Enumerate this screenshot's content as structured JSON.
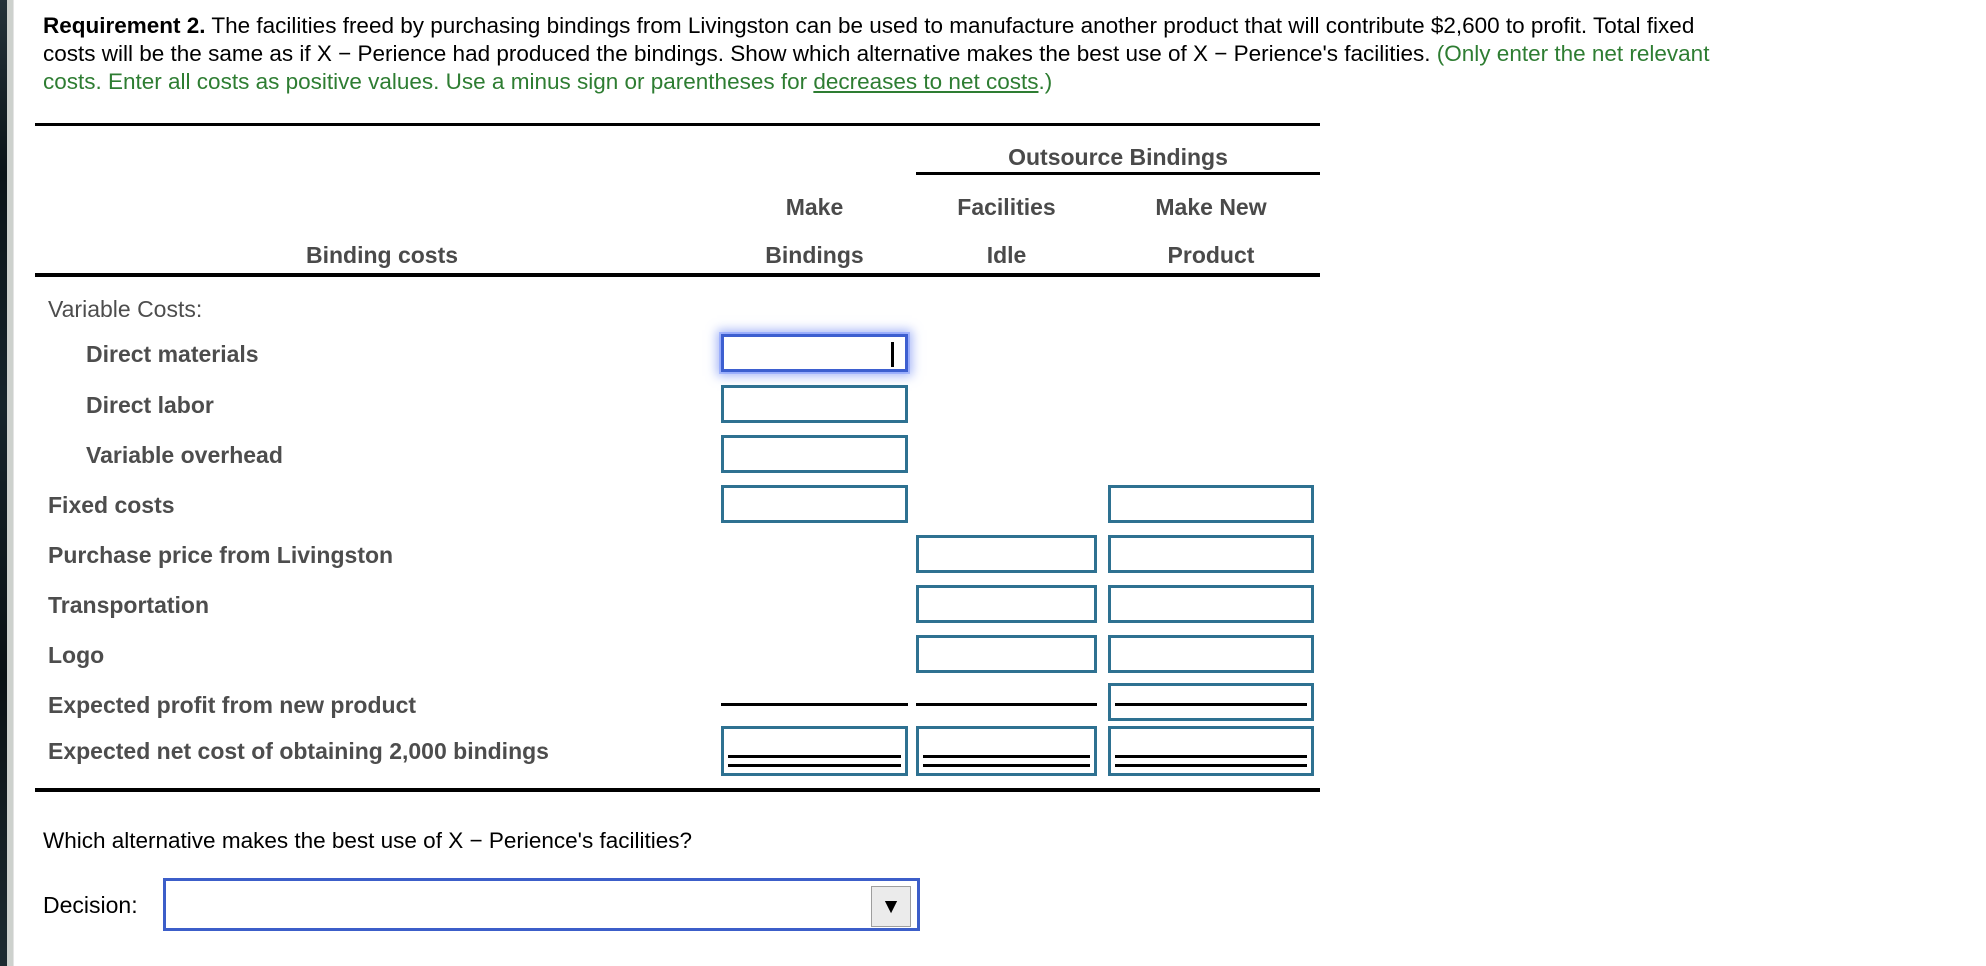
{
  "requirement": {
    "bold_label": "Requirement 2.",
    "line1_rest": " The facilities freed by purchasing bindings from Livingston can be used to manufacture another product that will contribute $2,600 to profit. Total fixed",
    "line2_black": "costs will be the same as if X − Perience had produced the bindings. Show which alternative makes the best use of X − Perience's facilities. ",
    "line2_green": "(Only enter the net relevant",
    "line3_green_a": "costs. Enter all costs as positive values. Use a minus sign or parentheses for ",
    "line3_green_underlined": "decreases to net costs",
    "line3_green_b": ".)"
  },
  "table": {
    "group_header": "Outsource Bindings",
    "row_header": "Binding costs",
    "columns": [
      {
        "line1": "Make",
        "line2": "Bindings"
      },
      {
        "line1": "Facilities",
        "line2": "Idle"
      },
      {
        "line1": "Make New",
        "line2": "Product"
      }
    ],
    "section_label": "Variable Costs:",
    "rows": [
      {
        "label": "Direct materials",
        "make_bindings": ""
      },
      {
        "label": "Direct labor",
        "make_bindings": ""
      },
      {
        "label": "Variable overhead",
        "make_bindings": ""
      },
      {
        "label": "Fixed costs",
        "make_bindings": "",
        "make_new_product": ""
      },
      {
        "label": "Purchase price from Livingston",
        "facilities_idle": "",
        "make_new_product": ""
      },
      {
        "label": "Transportation",
        "facilities_idle": "",
        "make_new_product": ""
      },
      {
        "label": "Logo",
        "facilities_idle": "",
        "make_new_product": ""
      },
      {
        "label": "Expected profit from new product",
        "make_new_product": ""
      },
      {
        "label": "Expected net cost of obtaining 2,000 bindings",
        "make_bindings": "",
        "facilities_idle": "",
        "make_new_product": ""
      }
    ]
  },
  "question": "Which alternative makes the best use of X − Perience's facilities?",
  "decision": {
    "label": "Decision:",
    "selected_value": ""
  },
  "colors": {
    "instruction_green": "#2e7d32",
    "input_border_teal": "#2e7191",
    "focus_border_blue": "#3d5fd0",
    "select_border_blue": "#3c5ec9",
    "label_gray": "#4d4d4d"
  }
}
